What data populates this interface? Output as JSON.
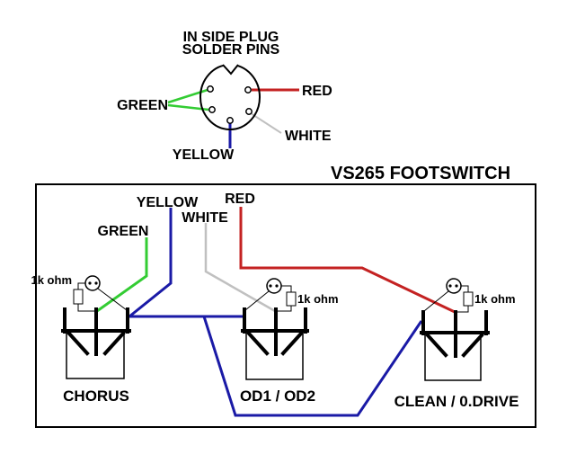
{
  "colors": {
    "green": "#33cc33",
    "red": "#c42222",
    "yellow_wire": "#1a1aa6",
    "white_wire": "#c0c0c0",
    "black": "#000000"
  },
  "plug": {
    "heading_line1": "IN SIDE PLUG",
    "heading_line2": "SOLDER PINS",
    "labels": {
      "green": "GREEN",
      "red": "RED",
      "white": "WHITE",
      "yellow": "YELLOW"
    }
  },
  "footswitch": {
    "title": "VS265 FOOTSWITCH",
    "wire_labels": {
      "yellow": "YELLOW",
      "red": "RED",
      "white": "WHITE",
      "green": "GREEN"
    },
    "switches": [
      {
        "label": "CHORUS",
        "resistor": "1k ohm"
      },
      {
        "label": "OD1 / OD2",
        "resistor": "1k ohm"
      },
      {
        "label": "CLEAN / 0.DRIVE",
        "resistor": "1k ohm"
      }
    ]
  }
}
